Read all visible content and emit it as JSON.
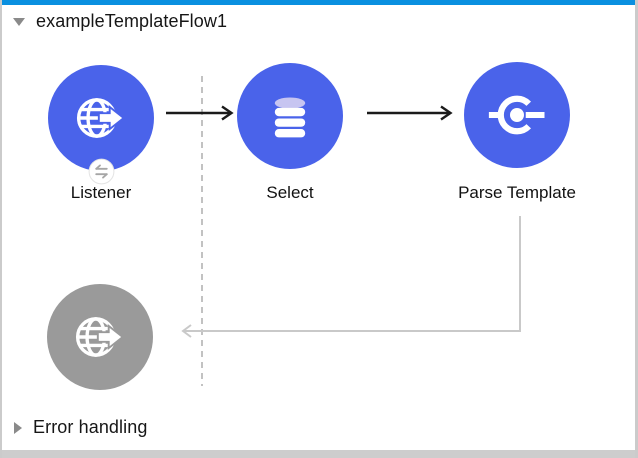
{
  "flow": {
    "title": "exampleTemplateFlow1",
    "state": "expanded",
    "nodes": [
      {
        "id": "listener",
        "label": "Listener",
        "icon": "globe-arrow-icon",
        "badge_icon": "request-response-icon",
        "color": "#4a63ea"
      },
      {
        "id": "select",
        "label": "Select",
        "icon": "database-icon",
        "color": "#4a63ea"
      },
      {
        "id": "parse-template",
        "label": "Parse Template",
        "icon": "parse-template-icon",
        "color": "#4a63ea"
      }
    ],
    "response_node": {
      "id": "listener-response",
      "icon": "globe-arrow-icon",
      "color": "#9a9a9a",
      "label": ""
    },
    "connectors": [
      {
        "from": "listener",
        "to": "select",
        "style": "black-arrow"
      },
      {
        "from": "select",
        "to": "parse-template",
        "style": "black-arrow"
      },
      {
        "from": "parse-template",
        "to": "listener-response",
        "style": "gray-elbow-arrow"
      }
    ],
    "scope_divider": "vertical-dashed-line"
  },
  "error_handling": {
    "label": "Error handling",
    "state": "collapsed"
  },
  "colors": {
    "node_blue": "#4a63ea",
    "node_gray": "#9a9a9a",
    "database_top": "#c7c5f1",
    "selection_bar": "#0a90e0",
    "connector_black": "#1b1b1b",
    "connector_gray": "#c9c9c9",
    "dashed_guide": "#c2c2c2",
    "frame_border": "#cbcbcb",
    "text": "#111111",
    "triangle_gray": "#8a8a8a"
  }
}
